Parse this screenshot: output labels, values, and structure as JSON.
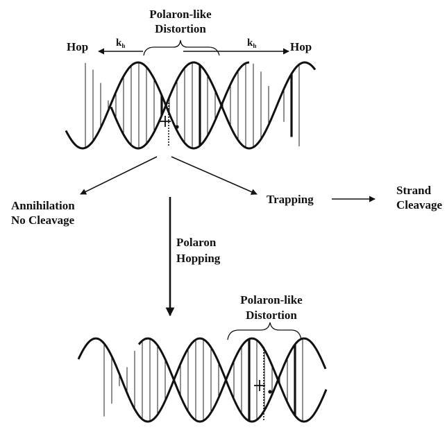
{
  "top": {
    "distortion_label": [
      "Polaron-like",
      "Distortion"
    ],
    "hop_left": "Hop",
    "hop_right": "Hop",
    "rate_k": "k",
    "rate_sub": "h"
  },
  "branches": {
    "annihilation": [
      "Annihilation",
      "No Cleavage"
    ],
    "trapping": "Trapping",
    "strand_cleavage": [
      "Strand",
      "Cleavage"
    ],
    "polaron_hopping": [
      "Polaron",
      "Hopping"
    ]
  },
  "bottom": {
    "distortion_label": [
      "Polaron-like",
      "Distortion"
    ]
  }
}
